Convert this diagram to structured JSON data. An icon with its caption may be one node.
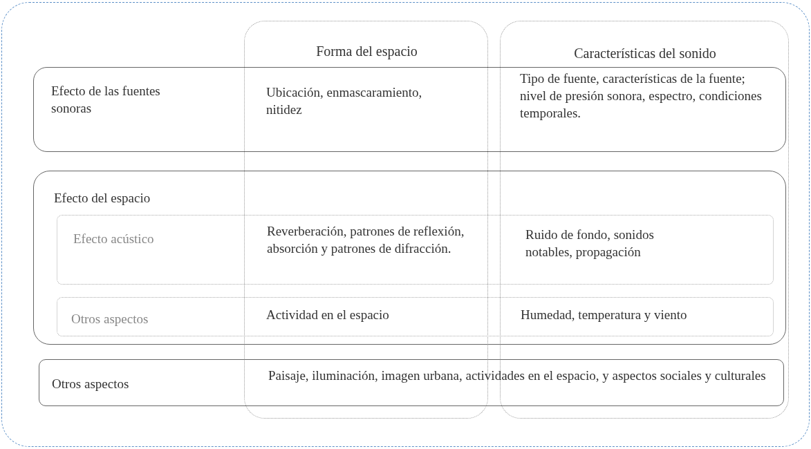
{
  "diagram": {
    "nodes": [
      {
        "text": [],
        "shape": "box"
      },
      {
        "text": [
          "Forma del espacio"
        ],
        "in": 0
      },
      {
        "text": [
          "Características del sonido"
        ],
        "in": 0
      },
      {
        "text": [
          "Efecto de las fuentes sonoras",
          "Ubicación, enmascaramiento, nitidez",
          "Tipo de fuente, características de la fuente; nivel de presión sonora, espectro, condiciones temporales."
        ],
        "in": 0
      },
      {
        "text": [
          "Efecto del espacio"
        ],
        "in": 0
      },
      {
        "text": [
          "Efecto acústico",
          "Reverberación, patrones de reflexión, absorción y patrones de difracción.",
          "Ruido de fondo, sonidos notables, propagación"
        ],
        "in": 4
      },
      {
        "text": [
          "Otros aspectos",
          "Actividad en el espacio",
          "Humedad, temperatura y viento"
        ],
        "in": 4
      },
      {
        "text": [
          "Otros aspectos",
          "Paisaje, iluminación, imagen urbana, actividades en el espacio, y aspectos sociales y culturales"
        ],
        "in": 0
      }
    ],
    "edges": []
  }
}
